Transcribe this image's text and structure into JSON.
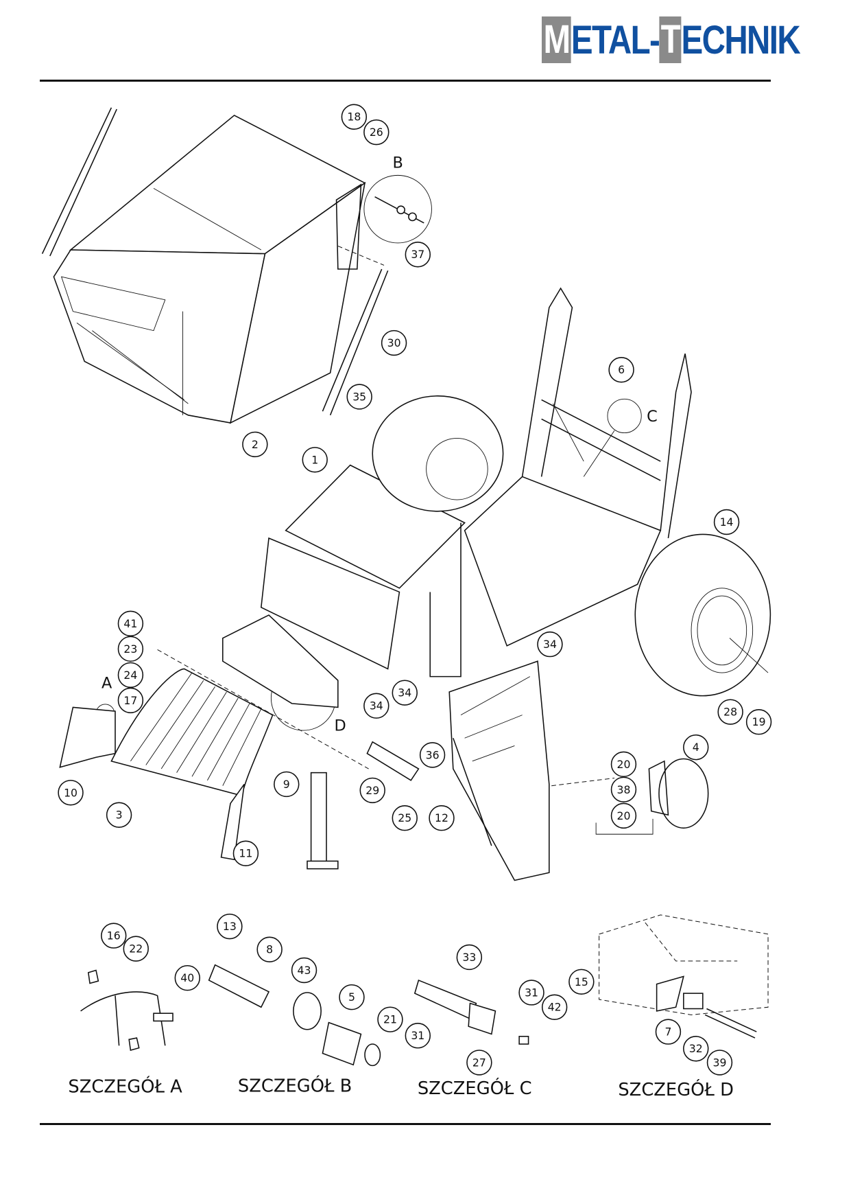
{
  "logo": {
    "first_letter": "M",
    "part1": "ETAL-",
    "second_letter": "T",
    "part2": "ECHNIK",
    "brand_blue": "#1050a0",
    "box_gray": "#8a8a8a"
  },
  "callouts": [
    "18",
    "26",
    "37",
    "30",
    "35",
    "2",
    "1",
    "6",
    "14",
    "34",
    "34",
    "34",
    "41",
    "23",
    "24",
    "17",
    "10",
    "3",
    "11",
    "9",
    "29",
    "36",
    "25",
    "12",
    "20",
    "38",
    "20",
    "4",
    "28",
    "19",
    "16",
    "22",
    "40",
    "13",
    "8",
    "43",
    "5",
    "21",
    "31",
    "33",
    "31",
    "42",
    "27",
    "15",
    "7",
    "32",
    "39"
  ],
  "detail_letters": [
    "B",
    "C",
    "A",
    "D"
  ],
  "detail_titles": [
    "SZCZEGÓŁ A",
    "SZCZEGÓŁ B",
    "SZCZEGÓŁ C",
    "SZCZEGÓŁ D"
  ]
}
